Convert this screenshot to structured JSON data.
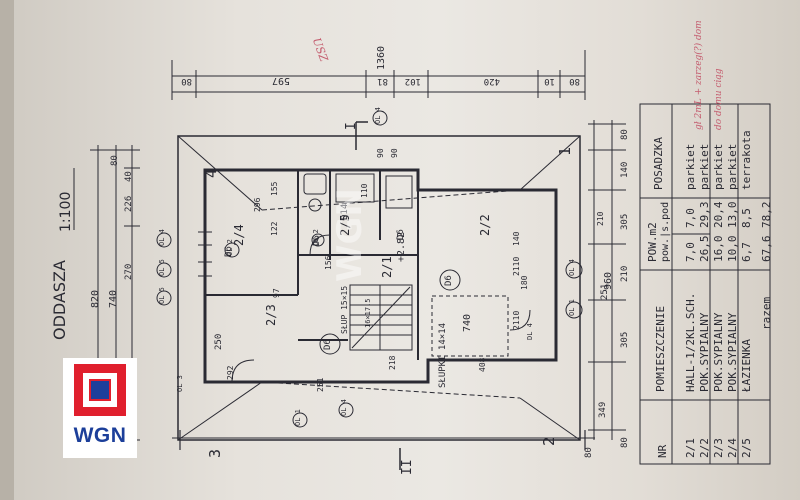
{
  "drawing": {
    "title_fragment": "ODDASZA",
    "scale": "1:100",
    "logo_text": "WGN",
    "watermark": "WGN",
    "handwriting": [
      "USZ",
      "gł 2mL + zarzeg(?) dom",
      "do domu ciąg"
    ]
  },
  "dimensions": {
    "top_overall": "1360",
    "top_chain": [
      "597",
      "81",
      "102",
      "420",
      "10",
      "80"
    ],
    "top_row_left_end": "80",
    "side_overall": "960",
    "side_chain": [
      "80",
      "140",
      "305",
      "210",
      "251",
      "305",
      "349"
    ],
    "left_overall": "820",
    "left_inner": "740",
    "left_chain": [
      "80",
      "40",
      "226",
      "270"
    ],
    "bottom_left": "80",
    "bottom_right": "80"
  },
  "plan": {
    "section_markers": [
      "I",
      "I",
      "II",
      "II"
    ],
    "corner_markers": [
      "1",
      "2",
      "3",
      "4"
    ],
    "labels": [
      "2/4",
      "2/5",
      "2/1",
      "2/2",
      "2/3",
      "D6",
      "D6",
      "D6",
      "D6",
      "D6",
      "D14",
      "+2.82",
      "SŁUP 15×15",
      "SŁUPKI 14×14",
      "16×17,5",
      "296",
      "155",
      "122",
      "156",
      "97",
      "250",
      "292",
      "251",
      "218",
      "408",
      "740",
      "110",
      "90",
      "90",
      "140",
      "180",
      "210",
      "2110",
      "2110",
      "OL 4",
      "OL 5",
      "OL 5",
      "OL 4",
      "OL 1",
      "OL 1",
      "OL 4",
      "OL 4",
      "OL 2",
      "OL 2",
      "OL 3",
      "DL 4"
    ]
  },
  "room_table": {
    "headers": {
      "nr": "NR",
      "room": "POMIESZCZENIE",
      "area": "POW.m2",
      "area_sub": "pow.|s.pod",
      "floor": "POSADZKA"
    },
    "rows": [
      {
        "nr": "2/1",
        "name": "HALL-1/2KL.SCH.",
        "area": "7,0",
        "usable": "7,0",
        "floor": "parkiet"
      },
      {
        "nr": "2/2",
        "name": "POK.SYPIALNY",
        "area": "26,5",
        "usable": "29,3",
        "floor": "parkiet"
      },
      {
        "nr": "2/3",
        "name": "POK.SYPIALNY",
        "area": "16,0",
        "usable": "20,4",
        "floor": "parkiet"
      },
      {
        "nr": "2/4",
        "name": "POK.SYPIALNY",
        "area": "10,0",
        "usable": "13,0",
        "floor": "parkiet"
      },
      {
        "nr": "2/5",
        "name": "ŁAZIENKA",
        "area": "6,7",
        "usable": "8,5",
        "floor": "terrakota"
      }
    ],
    "total": {
      "label": "razem",
      "area": "67,6",
      "usable": "78,2"
    }
  },
  "colors": {
    "ink": "#2a2a33",
    "paper": "#e8e4de",
    "logo_red": "#e01f2d",
    "logo_blue": "#1c3f9a",
    "handwriting": "#c45c6e"
  }
}
